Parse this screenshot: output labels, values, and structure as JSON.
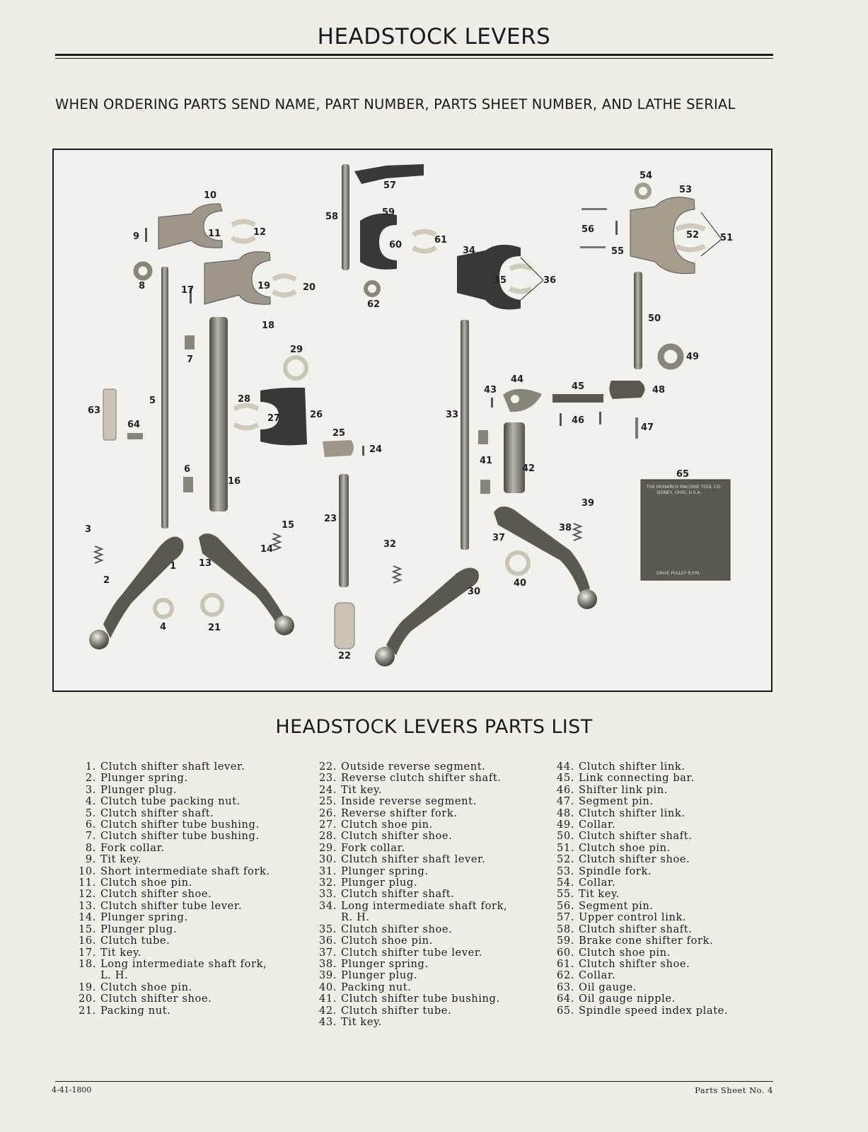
{
  "header": {
    "title": "HEADSTOCK LEVERS",
    "instruction": "WHEN ORDERING PARTS SEND NAME, PART NUMBER, PARTS SHEET NUMBER, AND LATHE SERIAL"
  },
  "figure": {
    "callouts": [
      "1",
      "2",
      "3",
      "4",
      "5",
      "6",
      "7",
      "8",
      "9",
      "10",
      "11",
      "12",
      "13",
      "14",
      "15",
      "16",
      "17",
      "18",
      "19",
      "20",
      "21",
      "22",
      "23",
      "24",
      "25",
      "26",
      "27",
      "28",
      "29",
      "30",
      "32",
      "33",
      "34",
      "35",
      "36",
      "37",
      "38",
      "39",
      "40",
      "41",
      "42",
      "43",
      "44",
      "45",
      "46",
      "47",
      "48",
      "49",
      "50",
      "51",
      "52",
      "53",
      "54",
      "55",
      "56",
      "57",
      "58",
      "59",
      "60",
      "61",
      "62",
      "63",
      "64",
      "65"
    ],
    "plate_text": {
      "maker": "THE MONARCH MACHINE TOOL CO.",
      "city": "SIDNEY, OHIO, U.S.A.",
      "footer": "DRIVE PULLEY R.P.M."
    }
  },
  "parts_list": {
    "title": "HEADSTOCK LEVERS PARTS LIST",
    "columns": [
      [
        {
          "num": "1.",
          "text": "Clutch shifter shaft lever."
        },
        {
          "num": "2.",
          "text": "Plunger spring."
        },
        {
          "num": "3.",
          "text": "Plunger plug."
        },
        {
          "num": "4.",
          "text": "Clutch tube packing nut."
        },
        {
          "num": "5.",
          "text": "Clutch shifter shaft."
        },
        {
          "num": "6.",
          "text": "Clutch shifter tube bushing."
        },
        {
          "num": "7.",
          "text": "Clutch shifter tube bushing."
        },
        {
          "num": "8.",
          "text": "Fork collar."
        },
        {
          "num": "9.",
          "text": "Tit key."
        },
        {
          "num": "10.",
          "text": "Short intermediate shaft fork."
        },
        {
          "num": "11.",
          "text": "Clutch shoe pin."
        },
        {
          "num": "12.",
          "text": "Clutch shifter shoe."
        },
        {
          "num": "13.",
          "text": "Clutch shifter tube lever."
        },
        {
          "num": "14.",
          "text": "Plunger spring."
        },
        {
          "num": "15.",
          "text": "Plunger plug."
        },
        {
          "num": "16.",
          "text": "Clutch tube."
        },
        {
          "num": "17.",
          "text": "Tit key."
        },
        {
          "num": "18.",
          "text": "Long intermediate shaft fork,"
        },
        {
          "num": "",
          "text": "L. H."
        },
        {
          "num": "19.",
          "text": "Clutch shoe pin."
        },
        {
          "num": "20.",
          "text": "Clutch shifter shoe."
        },
        {
          "num": "21.",
          "text": "Packing nut."
        }
      ],
      [
        {
          "num": "22.",
          "text": "Outside reverse segment."
        },
        {
          "num": "23.",
          "text": "Reverse clutch shifter shaft."
        },
        {
          "num": "24.",
          "text": "Tit key."
        },
        {
          "num": "25.",
          "text": "Inside reverse segment."
        },
        {
          "num": "26.",
          "text": "Reverse shifter fork."
        },
        {
          "num": "27.",
          "text": "Clutch shoe pin."
        },
        {
          "num": "28.",
          "text": "Clutch shifter shoe."
        },
        {
          "num": "29.",
          "text": "Fork collar."
        },
        {
          "num": "30.",
          "text": "Clutch shifter shaft lever."
        },
        {
          "num": "31.",
          "text": "Plunger spring."
        },
        {
          "num": "32.",
          "text": "Plunger plug."
        },
        {
          "num": "33.",
          "text": "Clutch shifter shaft."
        },
        {
          "num": "34.",
          "text": "Long intermediate shaft fork,"
        },
        {
          "num": "",
          "text": "R. H."
        },
        {
          "num": "35.",
          "text": "Clutch shifter shoe."
        },
        {
          "num": "36.",
          "text": "Clutch shoe pin."
        },
        {
          "num": "37.",
          "text": "Clutch shifter tube lever."
        },
        {
          "num": "38.",
          "text": "Plunger spring."
        },
        {
          "num": "39.",
          "text": "Plunger plug."
        },
        {
          "num": "40.",
          "text": "Packing nut."
        },
        {
          "num": "41.",
          "text": "Clutch shifter tube bushing."
        },
        {
          "num": "42.",
          "text": "Clutch shifter tube."
        },
        {
          "num": "43.",
          "text": "Tit key."
        }
      ],
      [
        {
          "num": "44.",
          "text": "Clutch shifter link."
        },
        {
          "num": "45.",
          "text": "Link connecting bar."
        },
        {
          "num": "46.",
          "text": "Shifter link pin."
        },
        {
          "num": "47.",
          "text": "Segment pin."
        },
        {
          "num": "48.",
          "text": "Clutch shifter link."
        },
        {
          "num": "49.",
          "text": "Collar."
        },
        {
          "num": "50.",
          "text": "Clutch shifter shaft."
        },
        {
          "num": "51.",
          "text": "Clutch shoe pin."
        },
        {
          "num": "52.",
          "text": "Clutch shifter shoe."
        },
        {
          "num": "53.",
          "text": "Spindle fork."
        },
        {
          "num": "54.",
          "text": "Collar."
        },
        {
          "num": "55.",
          "text": "Tit key."
        },
        {
          "num": "56.",
          "text": "Segment pin."
        },
        {
          "num": "57.",
          "text": "Upper control link."
        },
        {
          "num": "58.",
          "text": "Clutch shifter shaft."
        },
        {
          "num": "59.",
          "text": "Brake cone shifter fork."
        },
        {
          "num": "60.",
          "text": "Clutch shoe pin."
        },
        {
          "num": "61.",
          "text": "Clutch shifter shoe."
        },
        {
          "num": "62.",
          "text": "Collar."
        },
        {
          "num": "63.",
          "text": "Oil gauge."
        },
        {
          "num": "64.",
          "text": "Oil gauge nipple."
        },
        {
          "num": "65.",
          "text": "Spindle speed index plate."
        }
      ]
    ]
  },
  "footer": {
    "code": "4-41-1800",
    "sheet": "Parts Sheet No. 4"
  },
  "colors": {
    "ink": "#1a1a1a",
    "paper": "#efede6",
    "metal": "#8a857a",
    "dark_metal": "#3a3835"
  }
}
